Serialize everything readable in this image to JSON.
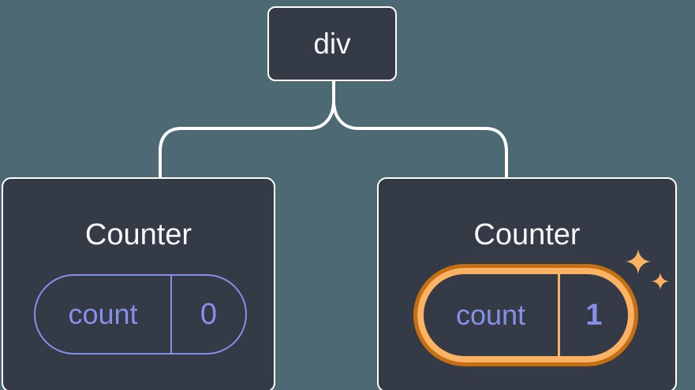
{
  "diagram": {
    "root": {
      "label": "div"
    },
    "children": [
      {
        "title": "Counter",
        "state_name": "count",
        "state_value": "0",
        "highlighted": false
      },
      {
        "title": "Counter",
        "state_name": "count",
        "state_value": "1",
        "highlighted": true
      }
    ]
  },
  "icons": {
    "sparkle": "four-point-sparkle-icon"
  },
  "palette": {
    "bg": "#4D6A74",
    "card-bg": "#343A46",
    "card-border": "#FFFFFF",
    "title-color": "#F6F7F9",
    "purple": "#8790E8",
    "orange-light": "#FBB263",
    "orange-dark": "#C76E12",
    "connector": "#FFFFFF"
  }
}
